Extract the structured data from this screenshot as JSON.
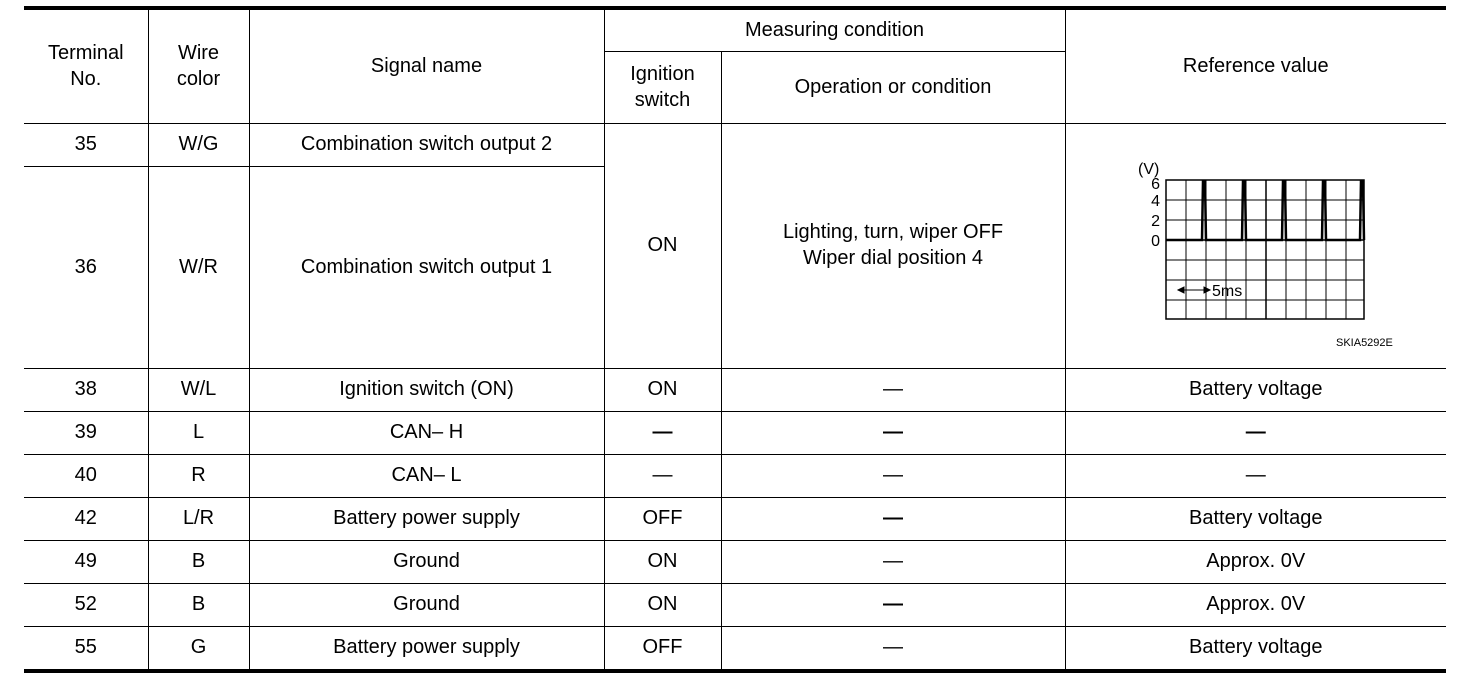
{
  "headers": {
    "terminal": "Terminal No.",
    "wire": "Wire color",
    "signal": "Signal name",
    "measuring": "Measuring condition",
    "ignition": "Ignition switch",
    "operation": "Operation or condition",
    "reference": "Reference value"
  },
  "rows": [
    {
      "terminal": "35",
      "wire": "W/G",
      "signal": "Combination switch output 2"
    },
    {
      "terminal": "36",
      "wire": "W/R",
      "signal": "Combination switch output 1"
    },
    {
      "terminal": "38",
      "wire": "W/L",
      "signal": "Ignition switch (ON)",
      "ignition": "ON",
      "operation": "—",
      "reference": "Battery voltage"
    },
    {
      "terminal": "39",
      "wire": "L",
      "signal": "CAN– H",
      "ignition": "—",
      "operation": "—",
      "reference": "—"
    },
    {
      "terminal": "40",
      "wire": "R",
      "signal": "CAN– L",
      "ignition": "—",
      "operation": "—",
      "reference": "—"
    },
    {
      "terminal": "42",
      "wire": "L/R",
      "signal": "Battery power supply",
      "ignition": "OFF",
      "operation": "—",
      "reference": "Battery voltage"
    },
    {
      "terminal": "49",
      "wire": "B",
      "signal": "Ground",
      "ignition": "ON",
      "operation": "—",
      "reference": "Approx. 0V"
    },
    {
      "terminal": "52",
      "wire": "B",
      "signal": "Ground",
      "ignition": "ON",
      "operation": "—",
      "reference": "Approx. 0V"
    },
    {
      "terminal": "55",
      "wire": "G",
      "signal": "Battery power supply",
      "ignition": "OFF",
      "operation": "—",
      "reference": "Battery voltage"
    }
  ],
  "merged_35_36": {
    "ignition": "ON",
    "operation_line1": "Lighting, turn, wiper OFF",
    "operation_line2": "Wiper dial position 4"
  },
  "waveform": {
    "y_unit": "(V)",
    "y_ticks": [
      "6",
      "4",
      "2",
      "0"
    ],
    "time_scale": "5ms",
    "figure_id": "SKIA5292E"
  }
}
